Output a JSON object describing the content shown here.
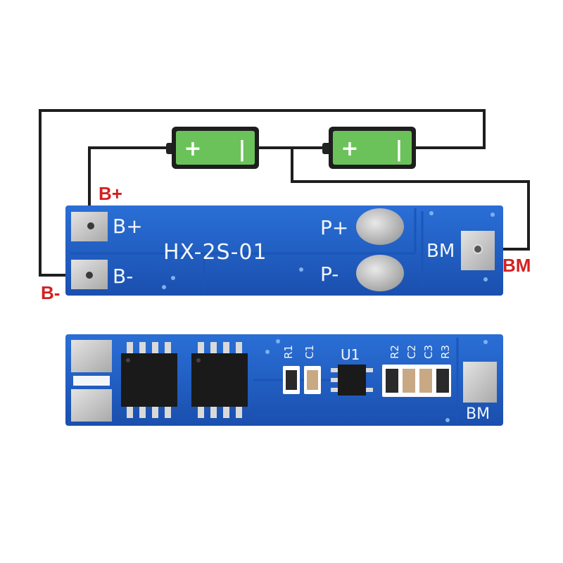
{
  "wiring_labels": {
    "b_plus": "B+",
    "b_minus": "B-",
    "bm": "BM"
  },
  "batteries": [
    {
      "plus": "+",
      "minus": "|"
    },
    {
      "plus": "+",
      "minus": "|"
    }
  ],
  "board_top": {
    "model": "HX-2S-01",
    "b_plus": "B+",
    "b_minus": "B-",
    "p_plus": "P+",
    "p_minus": "P-",
    "bm": "BM"
  },
  "board_bottom": {
    "u1": "U1",
    "r1": "R1",
    "c1": "C1",
    "r2": "R2",
    "c2": "C2",
    "c3": "C3",
    "r3": "R3",
    "bm": "BM"
  },
  "colors": {
    "pcb": "#1f5fc8",
    "battery": "#6cc25a",
    "wire": "#1e1e1e",
    "label_red": "#d42020"
  }
}
